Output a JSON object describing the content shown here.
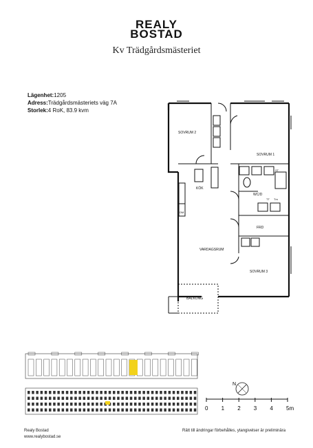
{
  "header": {
    "brand_line1": "REALY",
    "brand_line2": "BOSTAD",
    "project_name": "Kv Trädgårdsmästeriet"
  },
  "apartment": {
    "number_label": "Lägenhet:",
    "number_value": "1205",
    "address_label": "Adress:",
    "address_value": "Trädgårdsmästeriets väg 7A",
    "size_label": "Storlek:",
    "size_value": "4 RoK, 83.9 kvm"
  },
  "plan": {
    "rooms": {
      "sovrum2": "SOVRUM 2",
      "sovrum1": "SOVRUM 1",
      "kok": "KÖK",
      "wcd": "WC/D",
      "frd": "FRD",
      "vardagsrum": "VARDAGSRUM",
      "sovrum3": "SOVRUM 3",
      "balkong": "BALKONG"
    },
    "fixtures": {
      "tt": "TT",
      "tm": "Tm",
      "st": "ST",
      "dm": "DM"
    }
  },
  "compass": {
    "north": "N"
  },
  "scale": {
    "ticks": [
      "0",
      "1",
      "2",
      "3",
      "4",
      "5m"
    ]
  },
  "colors": {
    "highlight": "#f2d21b",
    "wall": "#111111"
  },
  "footer": {
    "company": "Realy Bostad",
    "website": "www.realybostad.se",
    "disclaimer": "Rätt till ändringar förbehålles, ytangivelser är preliminära"
  }
}
